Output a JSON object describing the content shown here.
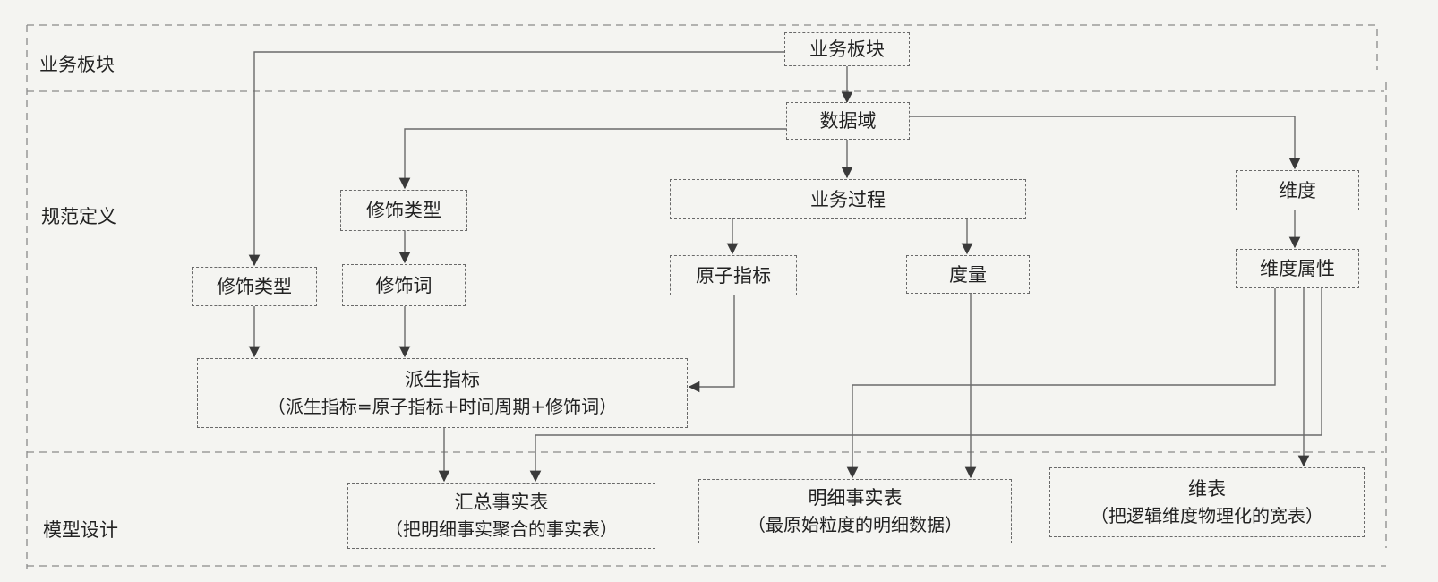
{
  "sections": {
    "business": "业务板块",
    "spec": "规范定义",
    "model": "模型设计"
  },
  "nodes": {
    "business_block": "业务板块",
    "data_domain": "数据域",
    "modifier_type_a": "修饰类型",
    "business_process": "业务过程",
    "dimension": "维度",
    "modifier_type_b": "修饰类型",
    "modifier_word": "修饰词",
    "atomic_metric": "原子指标",
    "measure": "度量",
    "dimension_attr": "维度属性",
    "derived_metric": {
      "title": "派生指标",
      "note": "（派生指标=原子指标+时间周期+修饰词）"
    },
    "summary_fact": {
      "title": "汇总事实表",
      "note": "（把明细事实聚合的事实表）"
    },
    "detail_fact": {
      "title": "明细事实表",
      "note": "（最原始粒度的明细数据）"
    },
    "dim_table": {
      "title": "维表",
      "note": "（把逻辑维度物理化的宽表）"
    }
  },
  "colors": {
    "line": "#6a6a6a",
    "arrow": "#3a3a3a",
    "background": "#f4f4f1"
  }
}
